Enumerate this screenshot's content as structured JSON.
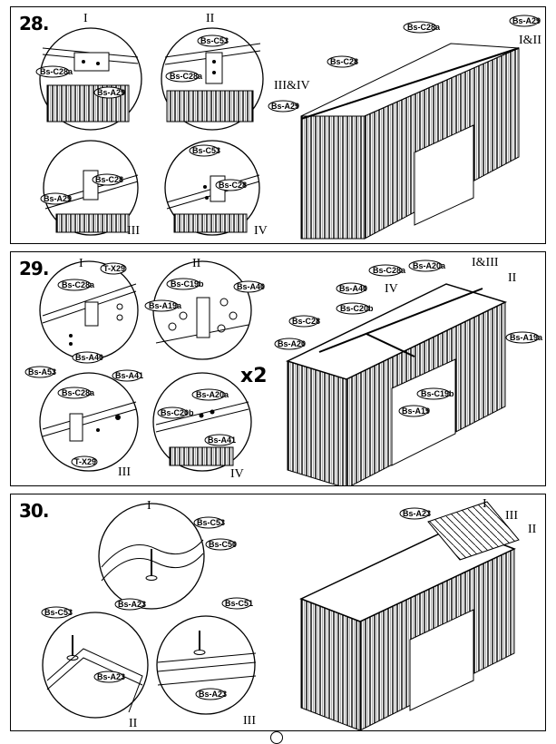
{
  "steps": [
    {
      "number": "28.",
      "callouts": [
        {
          "roman": "I",
          "labels": [
            "Bs-C28a",
            "Bs-A29"
          ]
        },
        {
          "roman": "II",
          "labels": [
            "Bs-C53",
            "Bs-C28a"
          ]
        },
        {
          "roman": "III",
          "labels": [
            "Bs-A29",
            "Bs-C28"
          ]
        },
        {
          "roman": "IV",
          "labels": [
            "Bs-C53",
            "Bs-C28"
          ]
        }
      ],
      "main_labels": [
        "Bs-C28a",
        "Bs-A29",
        "I&II",
        "Bs-C28",
        "III&IV",
        "Bs-A29"
      ]
    },
    {
      "number": "29.",
      "callouts": [
        {
          "roman": "I",
          "labels": [
            "T-X29",
            "Bs-C28a",
            "Bs-A40",
            "Bs-A53"
          ]
        },
        {
          "roman": "II",
          "labels": [
            "Bs-C19b",
            "Bs-A40",
            "Bs-A19a"
          ]
        },
        {
          "roman": "III",
          "labels": [
            "Bs-C28a",
            "Bs-A41",
            "T-X29"
          ]
        },
        {
          "roman": "IV",
          "labels": [
            "Bs-A20a",
            "Bs-C20b",
            "Bs-A41"
          ]
        }
      ],
      "multiplier": "x2",
      "main_labels": [
        "Bs-C28a",
        "Bs-A20a",
        "I&III",
        "Bs-A40",
        "IV",
        "II",
        "Bs-C20b",
        "Bs-C28",
        "Bs-A19a",
        "Bs-A20",
        "Bs-C19b",
        "Bs-A19"
      ]
    },
    {
      "number": "30.",
      "callouts": [
        {
          "roman": "I",
          "labels": [
            "Bs-C53",
            "Bs-C50",
            "Bs-A23"
          ]
        },
        {
          "roman": "II",
          "labels": [
            "Bs-C53",
            "Bs-A23"
          ]
        },
        {
          "roman": "III",
          "labels": [
            "Bs-C51",
            "Bs-A23"
          ]
        }
      ],
      "main_labels": [
        "Bs-A23",
        "I",
        "III",
        "II"
      ]
    }
  ]
}
